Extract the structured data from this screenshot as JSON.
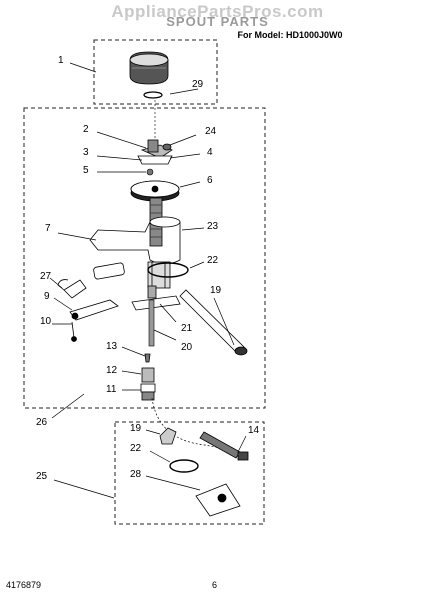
{
  "header": {
    "watermark": "AppliancePartsPros.com",
    "title": "SPOUT PARTS",
    "model_label": "For Model: HD1000J0W0"
  },
  "callouts": {
    "c1": "1",
    "c29": "29",
    "c2": "2",
    "c24": "24",
    "c3": "3",
    "c4": "4",
    "c5": "5",
    "c6": "6",
    "c7": "7",
    "c23": "23",
    "c22": "22",
    "c27": "27",
    "c19": "19",
    "c9": "9",
    "c21": "21",
    "c10": "10",
    "c20": "20",
    "c13": "13",
    "c12": "12",
    "c11": "11",
    "c26": "26",
    "k19": "19",
    "k22": "22",
    "k14": "14",
    "k28": "28",
    "c25": "25"
  },
  "footer": {
    "doc_number": "4176879",
    "page": "6"
  },
  "colors": {
    "line": "#000000",
    "dash": "#222222",
    "title": "#9a9a9a",
    "watermark": "#c9c9c9"
  }
}
